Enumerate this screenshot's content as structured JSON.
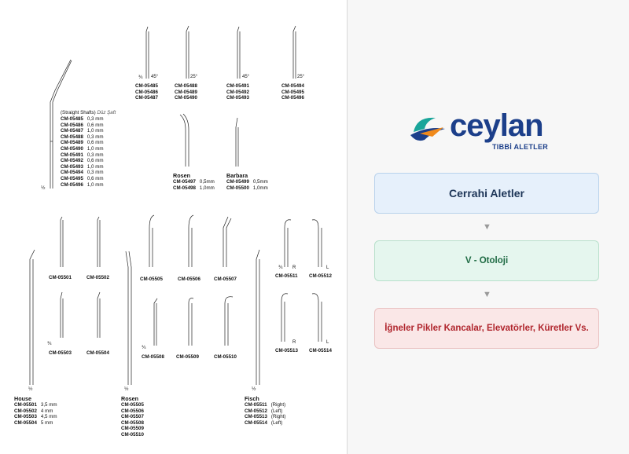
{
  "catalog": {
    "group1": {
      "header": "(Straight Shafts)",
      "header_tr": "Düz Şaft",
      "codes": [
        {
          "code": "CM-05485",
          "dim": "0,3 mm"
        },
        {
          "code": "CM-05486",
          "dim": "0,6 mm"
        },
        {
          "code": "CM-05487",
          "dim": "1,0 mm"
        },
        {
          "code": "CM-05488",
          "dim": "0,3 mm"
        },
        {
          "code": "CM-05489",
          "dim": "0,6 mm"
        },
        {
          "code": "CM-05490",
          "dim": "1,0 mm"
        },
        {
          "code": "CM-05491",
          "dim": "0,3 mm"
        },
        {
          "code": "CM-05492",
          "dim": "0,6 mm"
        },
        {
          "code": "CM-05493",
          "dim": "1,0 mm"
        },
        {
          "code": "CM-05494",
          "dim": "0,3 mm"
        },
        {
          "code": "CM-05495",
          "dim": "0,6 mm"
        },
        {
          "code": "CM-05496",
          "dim": "1,0 mm"
        }
      ],
      "scale": "½",
      "cols": [
        {
          "angle": "45°",
          "scale": "¾",
          "codes": [
            "CM-05485",
            "CM-05486",
            "CM-05487"
          ]
        },
        {
          "angle": "25°",
          "codes": [
            "CM-05488",
            "CM-05489",
            "CM-05490"
          ]
        },
        {
          "angle": "45°",
          "codes": [
            "CM-05491",
            "CM-05492",
            "CM-05493"
          ]
        },
        {
          "angle": "25°",
          "codes": [
            "CM-05494",
            "CM-05495",
            "CM-05496"
          ]
        }
      ]
    },
    "rosen_small": {
      "title": "Rosen",
      "rows": [
        {
          "code": "CM-05497",
          "dim": "0,5mm"
        },
        {
          "code": "CM-05498",
          "dim": "1,0mm"
        }
      ]
    },
    "barbara": {
      "title": "Barbara",
      "rows": [
        {
          "code": "CM-05499",
          "dim": "0,5mm"
        },
        {
          "code": "CM-05500",
          "dim": "1,0mm"
        }
      ]
    },
    "house": {
      "title": "House",
      "scale": "½",
      "tips": [
        {
          "code": "CM-05501"
        },
        {
          "code": "CM-05502"
        },
        {
          "code": "CM-05503",
          "scale": "¾"
        },
        {
          "code": "CM-05504"
        }
      ],
      "rows": [
        {
          "code": "CM-05501",
          "dim": "3,5 mm"
        },
        {
          "code": "CM-05502",
          "dim": "4 mm"
        },
        {
          "code": "CM-05503",
          "dim": "4,5 mm"
        },
        {
          "code": "CM-05504",
          "dim": "5 mm"
        }
      ]
    },
    "rosen": {
      "title": "Rosen",
      "scale": "½",
      "tips": [
        {
          "code": "CM-05505"
        },
        {
          "code": "CM-05506"
        },
        {
          "code": "CM-05507"
        },
        {
          "code": "CM-05508",
          "scale": "¾"
        },
        {
          "code": "CM-05509"
        },
        {
          "code": "CM-05510"
        }
      ],
      "rows": [
        "CM-05505",
        "CM-05506",
        "CM-05507",
        "CM-05508",
        "CM-05509",
        "CM-05510"
      ]
    },
    "fisch": {
      "title": "Fisch",
      "scale": "½",
      "tips": [
        {
          "code": "CM-05511",
          "side": "R",
          "scale": "¾"
        },
        {
          "code": "CM-05512",
          "side": "L"
        },
        {
          "code": "CM-05513",
          "side": "R"
        },
        {
          "code": "CM-05514",
          "side": "L"
        }
      ],
      "rows": [
        {
          "code": "CM-05511",
          "dim": "(Right)"
        },
        {
          "code": "CM-05512",
          "dim": "(Left)"
        },
        {
          "code": "CM-05513",
          "dim": "(Right)"
        },
        {
          "code": "CM-05514",
          "dim": "(Left)"
        }
      ]
    }
  },
  "brand": {
    "name": "ceylan",
    "subtitle": "TIBBİ ALETLER",
    "colors": {
      "navy": "#1c3f8a",
      "orange": "#f08a1c",
      "teal": "#1aa59a"
    }
  },
  "nav": {
    "level1": "Cerrahi Aletler",
    "level2": "V - Otoloji",
    "level3": "İğneler Pikler Kancalar, Elevatörler, Küretler Vs.",
    "arrow": "▼"
  }
}
